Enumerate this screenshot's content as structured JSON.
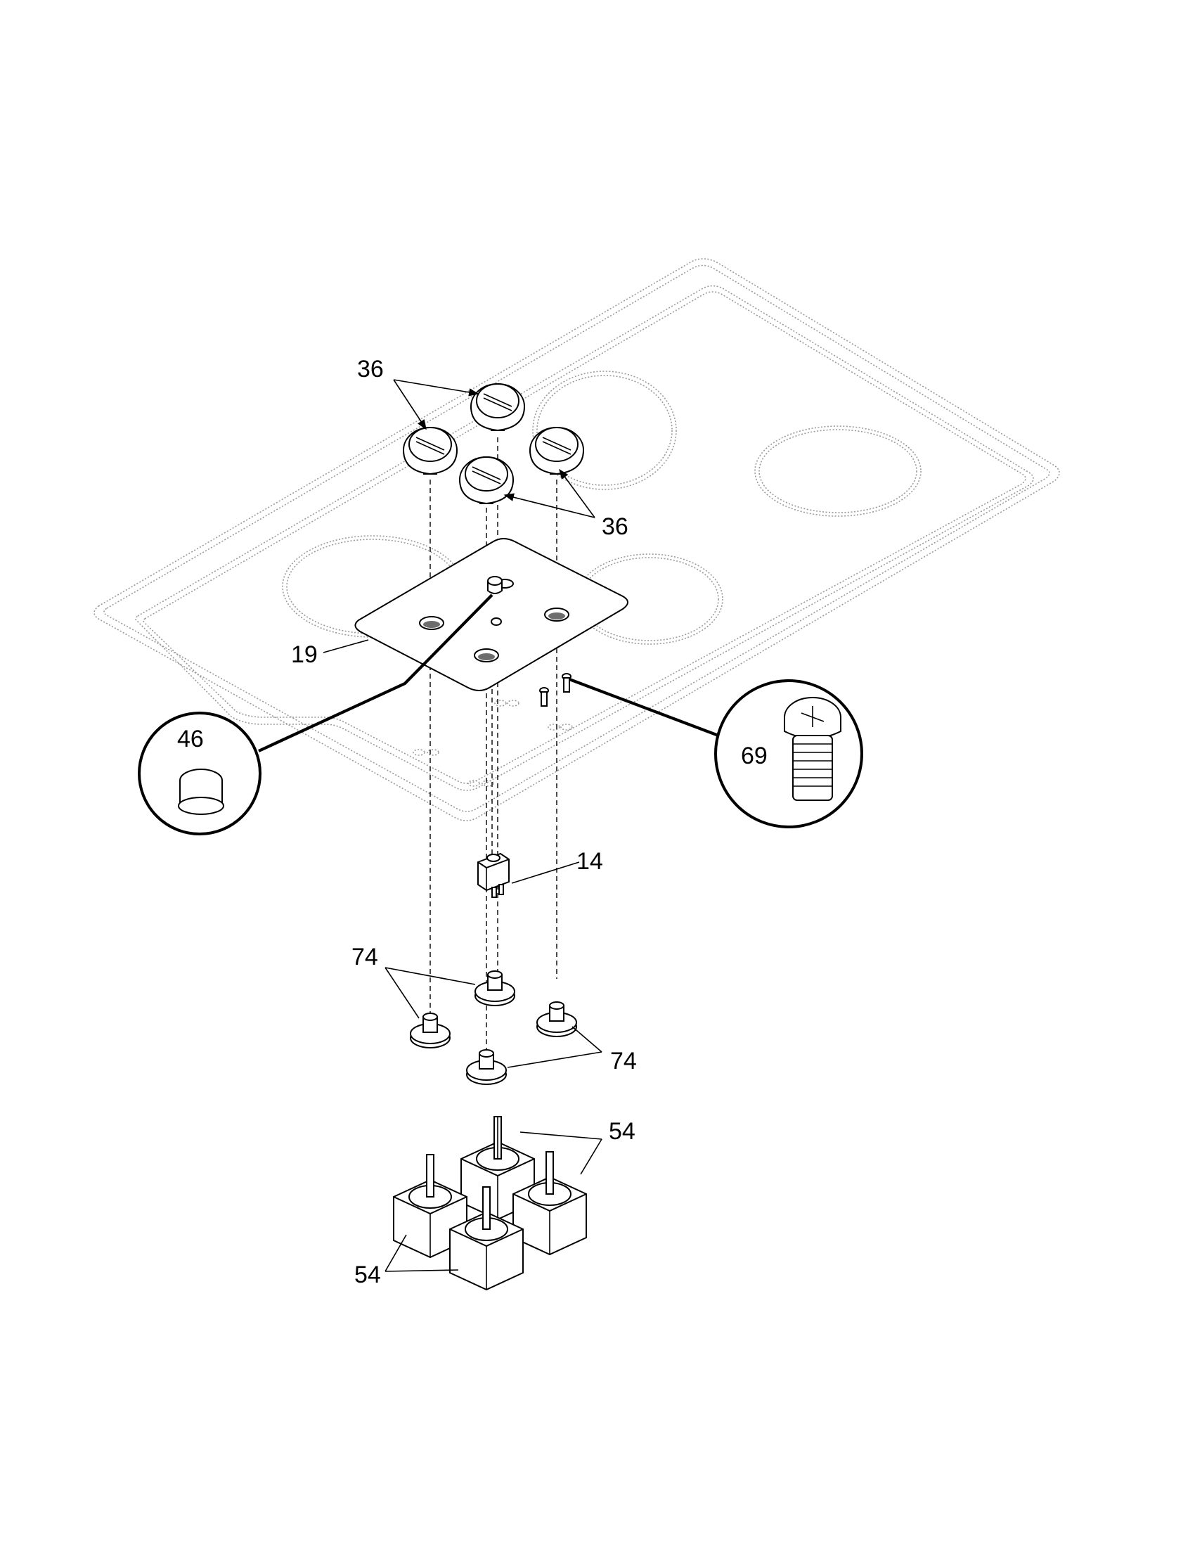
{
  "diagram": {
    "callouts": {
      "knob_top_left": "36",
      "knob_bottom_right": "36",
      "control_panel_plate": "19",
      "plug_detail": "46",
      "screw_detail": "69",
      "switch_14": "14",
      "bezel_top": "74",
      "bezel_bottom": "74",
      "infinite_switch_right": "54",
      "infinite_switch_left": "54"
    }
  }
}
